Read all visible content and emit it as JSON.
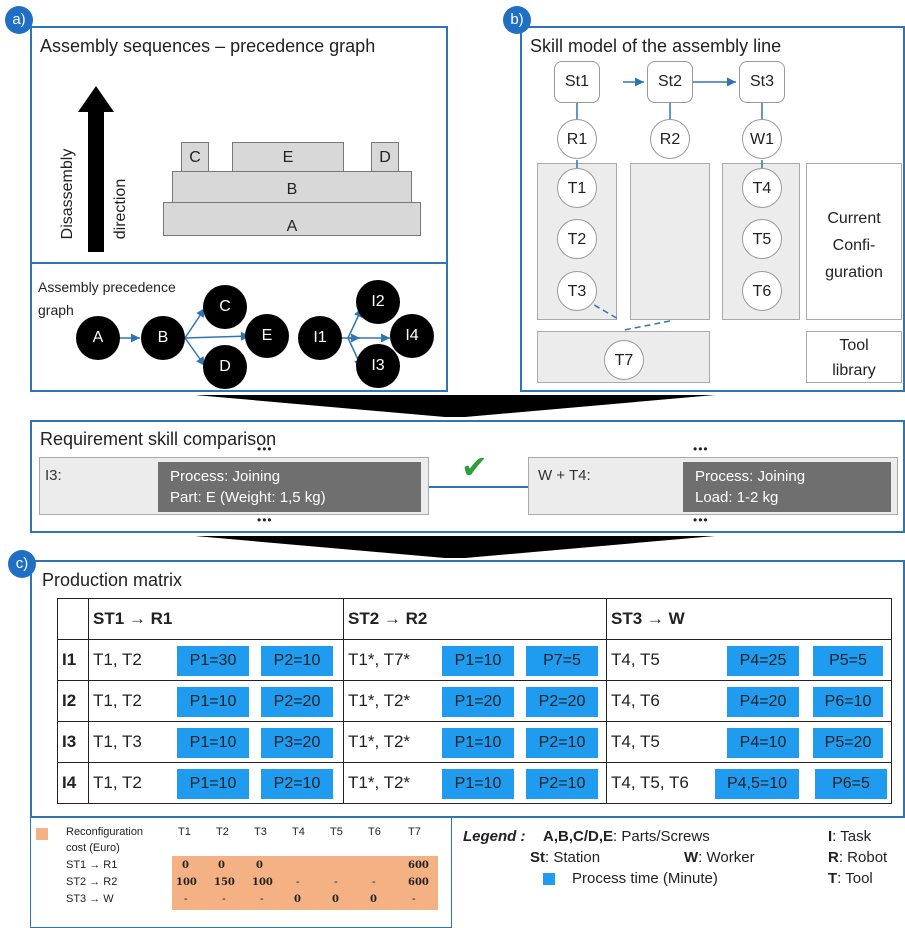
{
  "badges": {
    "a": "a)",
    "b": "b)",
    "c": "c)"
  },
  "panel_a": {
    "title": "Assembly sequences – precedence graph",
    "arrow_label_1": "Disassembly",
    "arrow_label_2": "direction",
    "parts": {
      "A": "A",
      "B": "B",
      "C": "C",
      "D": "D",
      "E": "E"
    },
    "graph_label_1": "Assembly precedence",
    "graph_label_2": "graph",
    "nodes": {
      "A": "A",
      "B": "B",
      "C": "C",
      "D": "D",
      "E": "E",
      "I1": "I1",
      "I2": "I2",
      "I3": "I3",
      "I4": "I4"
    }
  },
  "panel_b": {
    "title": "Skill model of the assembly line",
    "stations": [
      "St1",
      "St2",
      "St3"
    ],
    "resources": [
      "R1",
      "R2",
      "W1"
    ],
    "tools_col1": [
      "T1",
      "T2",
      "T3"
    ],
    "tools_col3": [
      "T4",
      "T5",
      "T6"
    ],
    "shared_tool": "T7",
    "current_config": [
      "Current",
      "Confi-",
      "guration"
    ],
    "tool_library": [
      "Tool",
      "library"
    ]
  },
  "comparison": {
    "title": "Requirement skill comparison",
    "dots": "•••",
    "left_label": "I3:",
    "left_line1": "Process: Joining",
    "left_line2": "Part: E (Weight: 1,5 kg)",
    "check": "✔",
    "right_label": "W + T4:",
    "right_line1": "Process: Joining",
    "right_line2": "Load: 1-2 kg"
  },
  "matrix": {
    "title": "Production matrix",
    "headers": [
      "ST1 → R1",
      "ST2 → R2",
      "ST3 → W"
    ],
    "rows": [
      {
        "id": "I1",
        "cells": [
          {
            "tools": "T1, T2",
            "p": [
              "P1=30",
              "P2=10"
            ]
          },
          {
            "tools": "T1*, T7*",
            "p": [
              "P1=10",
              "P7=5"
            ]
          },
          {
            "tools": "T4, T5",
            "p": [
              "P4=25",
              "P5=5"
            ]
          }
        ]
      },
      {
        "id": "I2",
        "cells": [
          {
            "tools": "T1, T2",
            "p": [
              "P1=10",
              "P2=20"
            ]
          },
          {
            "tools": "T1*, T2*",
            "p": [
              "P1=20",
              "P2=20"
            ]
          },
          {
            "tools": "T4, T6",
            "p": [
              "P4=20",
              "P6=10"
            ]
          }
        ]
      },
      {
        "id": "I3",
        "cells": [
          {
            "tools": "T1, T3",
            "p": [
              "P1=10",
              "P3=20"
            ]
          },
          {
            "tools": "T1*, T2*",
            "p": [
              "P1=10",
              "P2=10"
            ]
          },
          {
            "tools": "T4, T5",
            "p": [
              "P4=10",
              "P5=20"
            ]
          }
        ]
      },
      {
        "id": "I4",
        "cells": [
          {
            "tools": "T1, T2",
            "p": [
              "P1=10",
              "P2=10"
            ]
          },
          {
            "tools": "T1*, T2*",
            "p": [
              "P1=10",
              "P2=10"
            ]
          },
          {
            "tools": "T4, T5, T6",
            "p": [
              "P4,5=10",
              "P6=5"
            ]
          }
        ]
      }
    ]
  },
  "cost_table": {
    "label_1": "Reconfiguration",
    "label_2": "cost (Euro)",
    "columns": [
      "T1",
      "T2",
      "T3",
      "T4",
      "T5",
      "T6",
      "T7"
    ],
    "rows": [
      {
        "label": "ST1 → R1",
        "values": [
          "0",
          "0",
          "0",
          "",
          "",
          "",
          "600"
        ]
      },
      {
        "label": "ST2 → R2",
        "values": [
          "100",
          "150",
          "100",
          "-",
          "-",
          "-",
          "600"
        ]
      },
      {
        "label": "ST3 → W",
        "values": [
          "-",
          "-",
          "-",
          "0",
          "0",
          "0",
          "-"
        ]
      }
    ],
    "highlight_color": "#f4b183"
  },
  "legend": {
    "title": "Legend :",
    "parts_key": "A,B,C/D,E",
    "parts_val": ": Parts/Screws",
    "task_key": "I",
    "task_val": ": Task",
    "station_key": "St",
    "station_val": ": Station",
    "worker_key": "W",
    "worker_val": ": Worker",
    "robot_key": "R",
    "robot_val": ": Robot",
    "process_val": "Process time (Minute)",
    "tool_key": "T",
    "tool_val": ": Tool"
  },
  "colors": {
    "accent": "#1f6fc5",
    "process_box": "#1f9bf0",
    "check": "#2e9e3a"
  }
}
